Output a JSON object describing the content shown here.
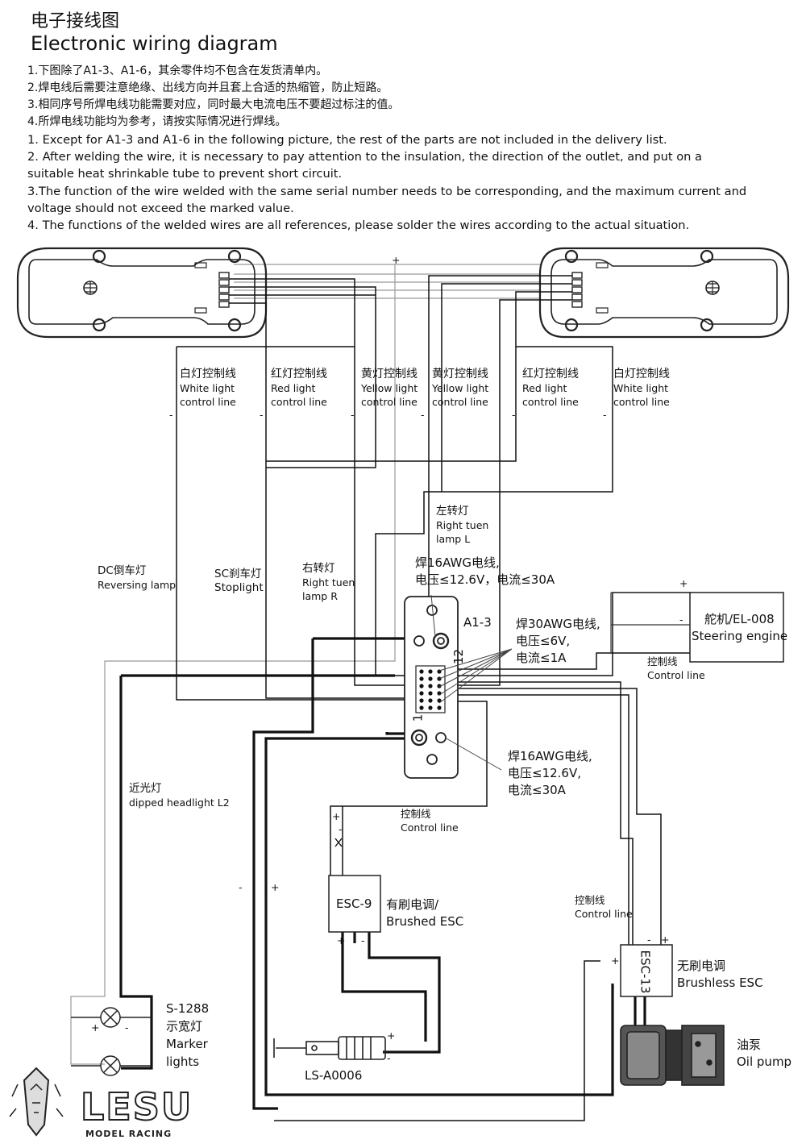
{
  "title_cn": "电子接线图",
  "title_en": "Electronic wiring diagram",
  "notes": [
    "1.下图除了A1-3、A1-6，其余零件均不包含在发货清单内。",
    "2.焊电线后需要注意绝缘、出线方向并且套上合适的热缩管，防止短路。",
    "3.相同序号所焊电线功能需要对应，同时最大电流电压不要超过标注的值。",
    "4.所焊电线功能均为参考，请按实际情况进行焊线。",
    "1. Except for A1-3 and A1-6 in the following picture, the rest of the parts are not included in the delivery list.",
    "2. After welding the wire, it is necessary to pay attention to the insulation, the direction of the outlet, and put on a",
    "suitable heat shrinkable tube to prevent short circuit.",
    "3.The function of the wire welded with the same serial number needs to be corresponding, and the maximum current and",
    "voltage should not exceed the marked value.",
    "4. The functions of the welded wires are all references, please solder the wires according to the actual situation."
  ],
  "control_lines": [
    {
      "cn": "白灯控制线",
      "en1": "White light",
      "en2": "control line"
    },
    {
      "cn": "红灯控制线",
      "en1": "Red light",
      "en2": "control line"
    },
    {
      "cn": "黄灯控制线",
      "en1": "Yellow light",
      "en2": "control line"
    },
    {
      "cn": "黄灯控制线",
      "en1": "Yellow light",
      "en2": "control line"
    },
    {
      "cn": "红灯控制线",
      "en1": "Red light",
      "en2": "control line"
    },
    {
      "cn": "白灯控制线",
      "en1": "White light",
      "en2": "control line"
    }
  ],
  "lamps": {
    "left_turn": {
      "cn": "左转灯",
      "en1": "Right tuen",
      "en2": "lamp L"
    },
    "reversing": {
      "cn": "DC倒车灯",
      "en": "Reversing lamp"
    },
    "stoplight": {
      "cn": "SC刹车灯",
      "en": "Stoplight"
    },
    "right_turn": {
      "cn": "右转灯",
      "en1": "Right tuen",
      "en2": "lamp R"
    },
    "dipped": {
      "cn": "近光灯",
      "en": "dipped headlight L2"
    },
    "marker": {
      "id": "S-1288",
      "cn": "示宽灯",
      "en1": "Marker",
      "en2": "lights"
    }
  },
  "board": {
    "id": "A1-3",
    "wire16_top": {
      "l1": "焊16AWG电线,",
      "l2": "电压≤12.6V，电流≤30A"
    },
    "wire30": {
      "l1": "焊30AWG电线,",
      "l2": "电压≤6V,",
      "l3": "电流≤1A"
    },
    "wire16_bottom": {
      "l1": "焊16AWG电线,",
      "l2": "电压≤12.6V,",
      "l3": "电流≤30A"
    },
    "pin1": "1",
    "pin12": "12"
  },
  "steering": {
    "cn": "舵机/EL-008",
    "en": "Steering engine"
  },
  "control_line_cn": "控制线",
  "control_line_en": "Control line",
  "esc9": {
    "id": "ESC-9",
    "cn": "有刷电调/",
    "en": "Brushed ESC"
  },
  "esc13": {
    "id": "ESC-13",
    "cn": "无刷电调",
    "en": "Brushless ESC"
  },
  "pump": {
    "cn": "油泵",
    "en": "Oil pump"
  },
  "actuator": "LS-A0006",
  "plus": "+",
  "minus": "-",
  "brand": {
    "name": "LESU",
    "sub": "MODEL RACING"
  }
}
